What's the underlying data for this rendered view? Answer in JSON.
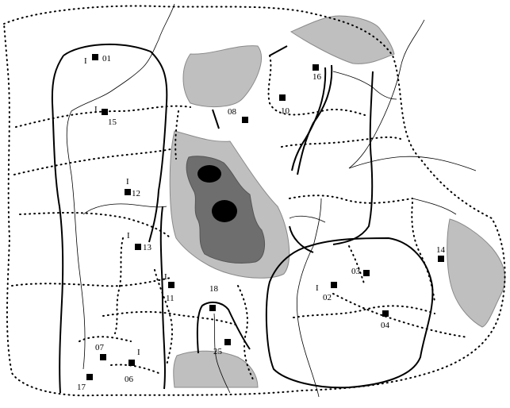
{
  "sites": [
    {
      "id": "s01",
      "label": "01"
    },
    {
      "id": "s15",
      "label": "15"
    },
    {
      "id": "s08",
      "label": "08"
    },
    {
      "id": "s10",
      "label": "10"
    },
    {
      "id": "s16",
      "label": "16"
    },
    {
      "id": "s12",
      "label": "12"
    },
    {
      "id": "s13",
      "label": "13"
    },
    {
      "id": "s14",
      "label": "14"
    },
    {
      "id": "s03",
      "label": "03"
    },
    {
      "id": "s02",
      "label": "02"
    },
    {
      "id": "s04",
      "label": "04"
    },
    {
      "id": "s11",
      "label": "11"
    },
    {
      "id": "s18",
      "label": "18"
    },
    {
      "id": "s25",
      "label": "25"
    },
    {
      "id": "s07",
      "label": "07"
    },
    {
      "id": "s06",
      "label": "06"
    },
    {
      "id": "s17",
      "label": "17"
    }
  ],
  "i_marker_text": "I",
  "colors": {
    "light_gray": "#bfbfbf",
    "mid_gray": "#6e6e6e",
    "black": "#000000"
  }
}
